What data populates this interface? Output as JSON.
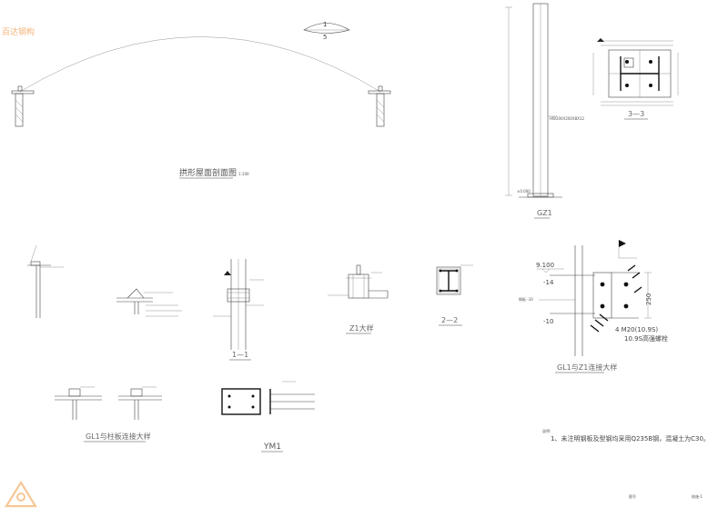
{
  "arch": {
    "ratio_top": "1",
    "ratio_bottom": "5",
    "title": "拱形屋面剖面图",
    "scale": "1:100"
  },
  "column": {
    "label": "HW200X200X8X12",
    "base_label": "±0.000",
    "name": "GZ1"
  },
  "section33": {
    "name": "3—3"
  },
  "section22": {
    "name": "2—2"
  },
  "section11": {
    "name": "1—1"
  },
  "z1": {
    "name": "Z1大样"
  },
  "gl1": {
    "name": "GL1与柱板连接大样"
  },
  "ym1": {
    "name": "YM1"
  },
  "joint": {
    "elev1": "9.100",
    "plate14": "-14",
    "plate10a": "钢板 -10",
    "plate10b": "-10",
    "dim250": "250",
    "bolt_line1": "4 M20(10.9S)",
    "bolt_line2": "10.9S高强螺栓",
    "title": "GL1与Z1连接大样"
  },
  "notes": {
    "heading": "说明:",
    "line1": "1、未注明钢板及型钢均采用Q235B钢，混凝土为C30。"
  },
  "sheet": {
    "stamp": "结施-1",
    "title_block": "图号"
  },
  "watermark": {
    "text": "百达钢构"
  }
}
